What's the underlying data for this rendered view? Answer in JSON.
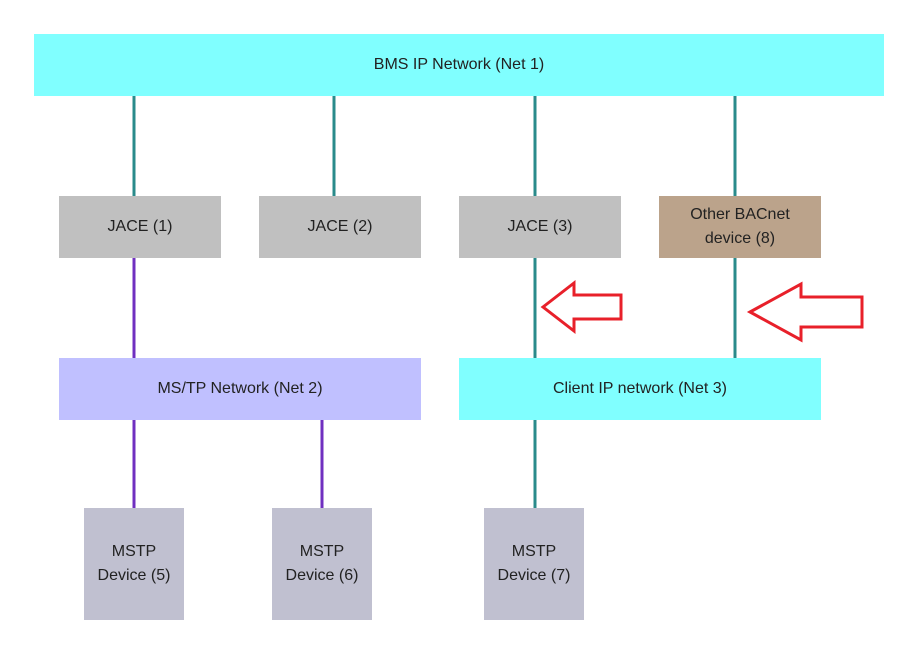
{
  "diagram": {
    "colors": {
      "ip_network": "#80FFFF",
      "mstp_network": "#C0C0FF",
      "jace": "#C0C0C0",
      "bacnet_device": "#BBA38B",
      "mstp_device": "#C0C0D0",
      "ip_link": "#2A8B8B",
      "mstp_link": "#7030C0",
      "arrow": "#E8202A"
    },
    "nodes": {
      "bms_network": {
        "label": "BMS IP Network (Net 1)"
      },
      "jace_1": {
        "label": "JACE (1)"
      },
      "jace_2": {
        "label": "JACE (2)"
      },
      "jace_3": {
        "label": "JACE (3)"
      },
      "other_bacnet": {
        "line1": "Other BACnet",
        "line2": "device (8)"
      },
      "mstp_network": {
        "label": "MS/TP Network (Net 2)"
      },
      "client_network": {
        "label": "Client IP network (Net 3)"
      },
      "mstp_device_5": {
        "line1": "MSTP",
        "line2": "Device (5)"
      },
      "mstp_device_6": {
        "line1": "MSTP",
        "line2": "Device (6)"
      },
      "mstp_device_7": {
        "line1": "MSTP",
        "line2": "Device (7)"
      }
    },
    "links": [
      {
        "from": "bms_network",
        "to": "jace_1",
        "kind": "ip"
      },
      {
        "from": "bms_network",
        "to": "jace_2",
        "kind": "ip"
      },
      {
        "from": "bms_network",
        "to": "jace_3",
        "kind": "ip"
      },
      {
        "from": "bms_network",
        "to": "other_bacnet",
        "kind": "ip"
      },
      {
        "from": "jace_1",
        "to": "mstp_network",
        "kind": "mstp"
      },
      {
        "from": "jace_3",
        "to": "client_network",
        "kind": "ip"
      },
      {
        "from": "other_bacnet",
        "to": "client_network",
        "kind": "ip"
      },
      {
        "from": "mstp_network",
        "to": "mstp_device_5",
        "kind": "mstp"
      },
      {
        "from": "mstp_network",
        "to": "mstp_device_6",
        "kind": "mstp"
      },
      {
        "from": "client_network",
        "to": "mstp_device_7",
        "kind": "ip"
      }
    ],
    "arrows": [
      {
        "points_to": "jace_3_to_client_network_link",
        "direction": "left"
      },
      {
        "points_to": "other_bacnet_to_client_network_link",
        "direction": "left"
      }
    ]
  }
}
